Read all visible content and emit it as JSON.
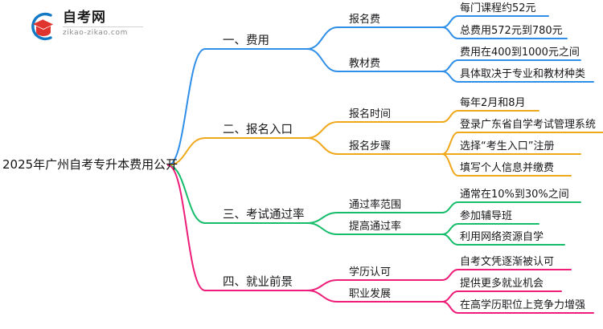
{
  "logo": {
    "title": "自考网",
    "domain": "zikao-zikao.com",
    "arc_color": "#1479c4",
    "cap_color": "#e0352f"
  },
  "mindmap": {
    "root": {
      "label": "2025年广州自考专升本费用公开"
    },
    "branches": [
      {
        "label": "一、费用",
        "color": "#2f8fe8",
        "children": [
          {
            "label": "报名费",
            "leaves": [
              "每门课程约52元",
              "总费用572元到780元"
            ]
          },
          {
            "label": "教材费",
            "leaves": [
              "费用在400到1000元之间",
              "具体取决于专业和教材种类"
            ]
          }
        ]
      },
      {
        "label": "二、报名入口",
        "color": "#f0a81b",
        "children": [
          {
            "label": "报名时间",
            "leaves": [
              "每年2月和8月"
            ]
          },
          {
            "label": "报名步骤",
            "leaves": [
              "登录广东省自学考试管理系统",
              "选择“考生入口”注册",
              "填写个人信息并缴费"
            ]
          }
        ]
      },
      {
        "label": "三、考试通过率",
        "color": "#16bd6a",
        "children": [
          {
            "label": "通过率范围",
            "leaves": [
              "通常在10%到30%之间"
            ]
          },
          {
            "label": "提高通过率",
            "leaves": [
              "参加辅导班",
              "利用网络资源自学"
            ]
          }
        ]
      },
      {
        "label": "四、就业前景",
        "color": "#ee1d79",
        "children": [
          {
            "label": "学历认可",
            "leaves": [
              "自考文凭逐渐被认可"
            ]
          },
          {
            "label": "职业发展",
            "leaves": [
              "提供更多就业机会",
              "在高学历职位上竞争力增强"
            ]
          }
        ]
      }
    ]
  }
}
